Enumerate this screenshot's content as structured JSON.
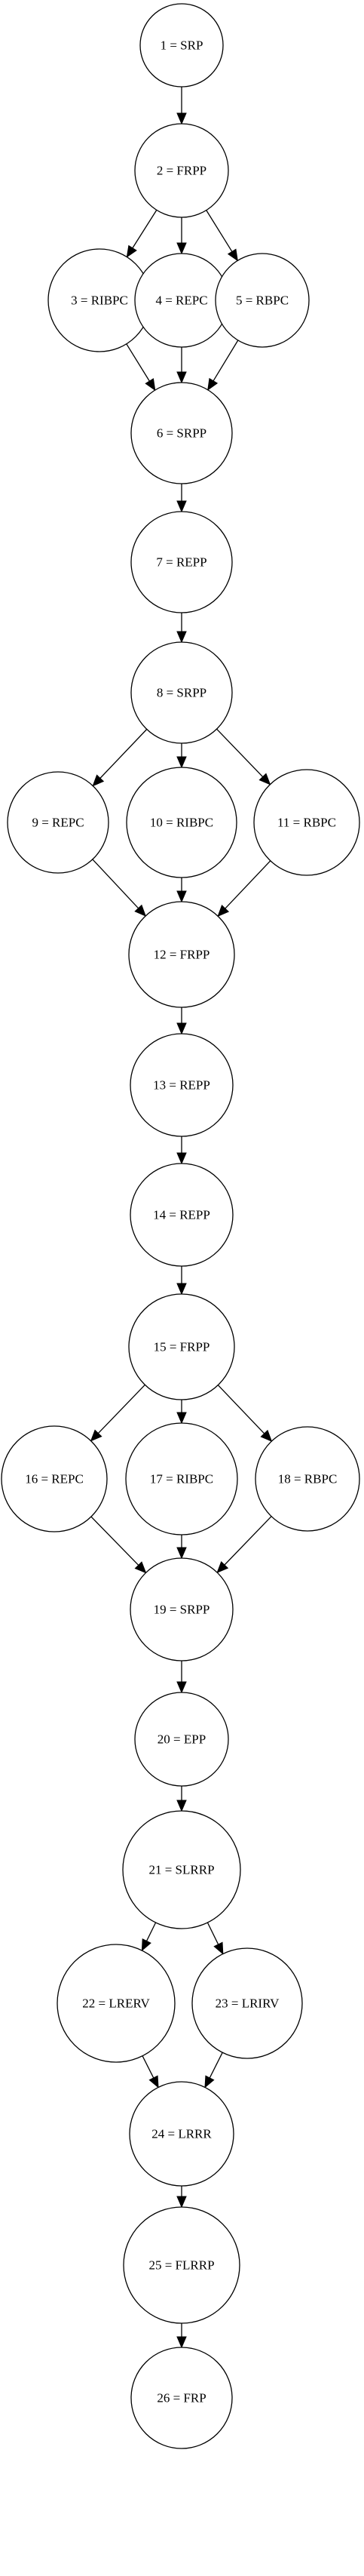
{
  "nodes": [
    {
      "id": 1,
      "label": "1 = SRP"
    },
    {
      "id": 2,
      "label": "2 = FRPP"
    },
    {
      "id": 3,
      "label": "3 = RIBPC"
    },
    {
      "id": 4,
      "label": "4 = REPC"
    },
    {
      "id": 5,
      "label": "5 = RBPC"
    },
    {
      "id": 6,
      "label": "6 = SRPP"
    },
    {
      "id": 7,
      "label": "7 = REPP"
    },
    {
      "id": 8,
      "label": "8 = SRPP"
    },
    {
      "id": 9,
      "label": "9 = REPC"
    },
    {
      "id": 10,
      "label": "10 = RIBPC"
    },
    {
      "id": 11,
      "label": "11 = RBPC"
    },
    {
      "id": 12,
      "label": "12 = FRPP"
    },
    {
      "id": 13,
      "label": "13 = REPP"
    },
    {
      "id": 14,
      "label": "14 = REPP"
    },
    {
      "id": 15,
      "label": "15 = FRPP"
    },
    {
      "id": 16,
      "label": "16 = REPC"
    },
    {
      "id": 17,
      "label": "17 = RIBPC"
    },
    {
      "id": 18,
      "label": "18 = RBPC"
    },
    {
      "id": 19,
      "label": "19 = SRPP"
    },
    {
      "id": 20,
      "label": "20 = EPP"
    },
    {
      "id": 21,
      "label": "21 = SLRRP"
    },
    {
      "id": 22,
      "label": "22 = LRERV"
    },
    {
      "id": 23,
      "label": "23 = LRIRV"
    },
    {
      "id": 24,
      "label": "24 = LRRR"
    },
    {
      "id": 25,
      "label": "25 = FLRRP"
    },
    {
      "id": 26,
      "label": "26 = FRP"
    }
  ],
  "edges": [
    [
      1,
      2
    ],
    [
      2,
      3
    ],
    [
      2,
      4
    ],
    [
      2,
      5
    ],
    [
      3,
      6
    ],
    [
      4,
      6
    ],
    [
      5,
      6
    ],
    [
      6,
      7
    ],
    [
      7,
      8
    ],
    [
      8,
      9
    ],
    [
      8,
      10
    ],
    [
      8,
      11
    ],
    [
      9,
      12
    ],
    [
      10,
      12
    ],
    [
      11,
      12
    ],
    [
      12,
      13
    ],
    [
      13,
      14
    ],
    [
      14,
      15
    ],
    [
      15,
      16
    ],
    [
      15,
      17
    ],
    [
      15,
      18
    ],
    [
      16,
      19
    ],
    [
      17,
      19
    ],
    [
      18,
      19
    ],
    [
      19,
      20
    ],
    [
      20,
      21
    ],
    [
      21,
      22
    ],
    [
      21,
      23
    ],
    [
      22,
      24
    ],
    [
      23,
      24
    ],
    [
      24,
      25
    ],
    [
      25,
      26
    ]
  ]
}
